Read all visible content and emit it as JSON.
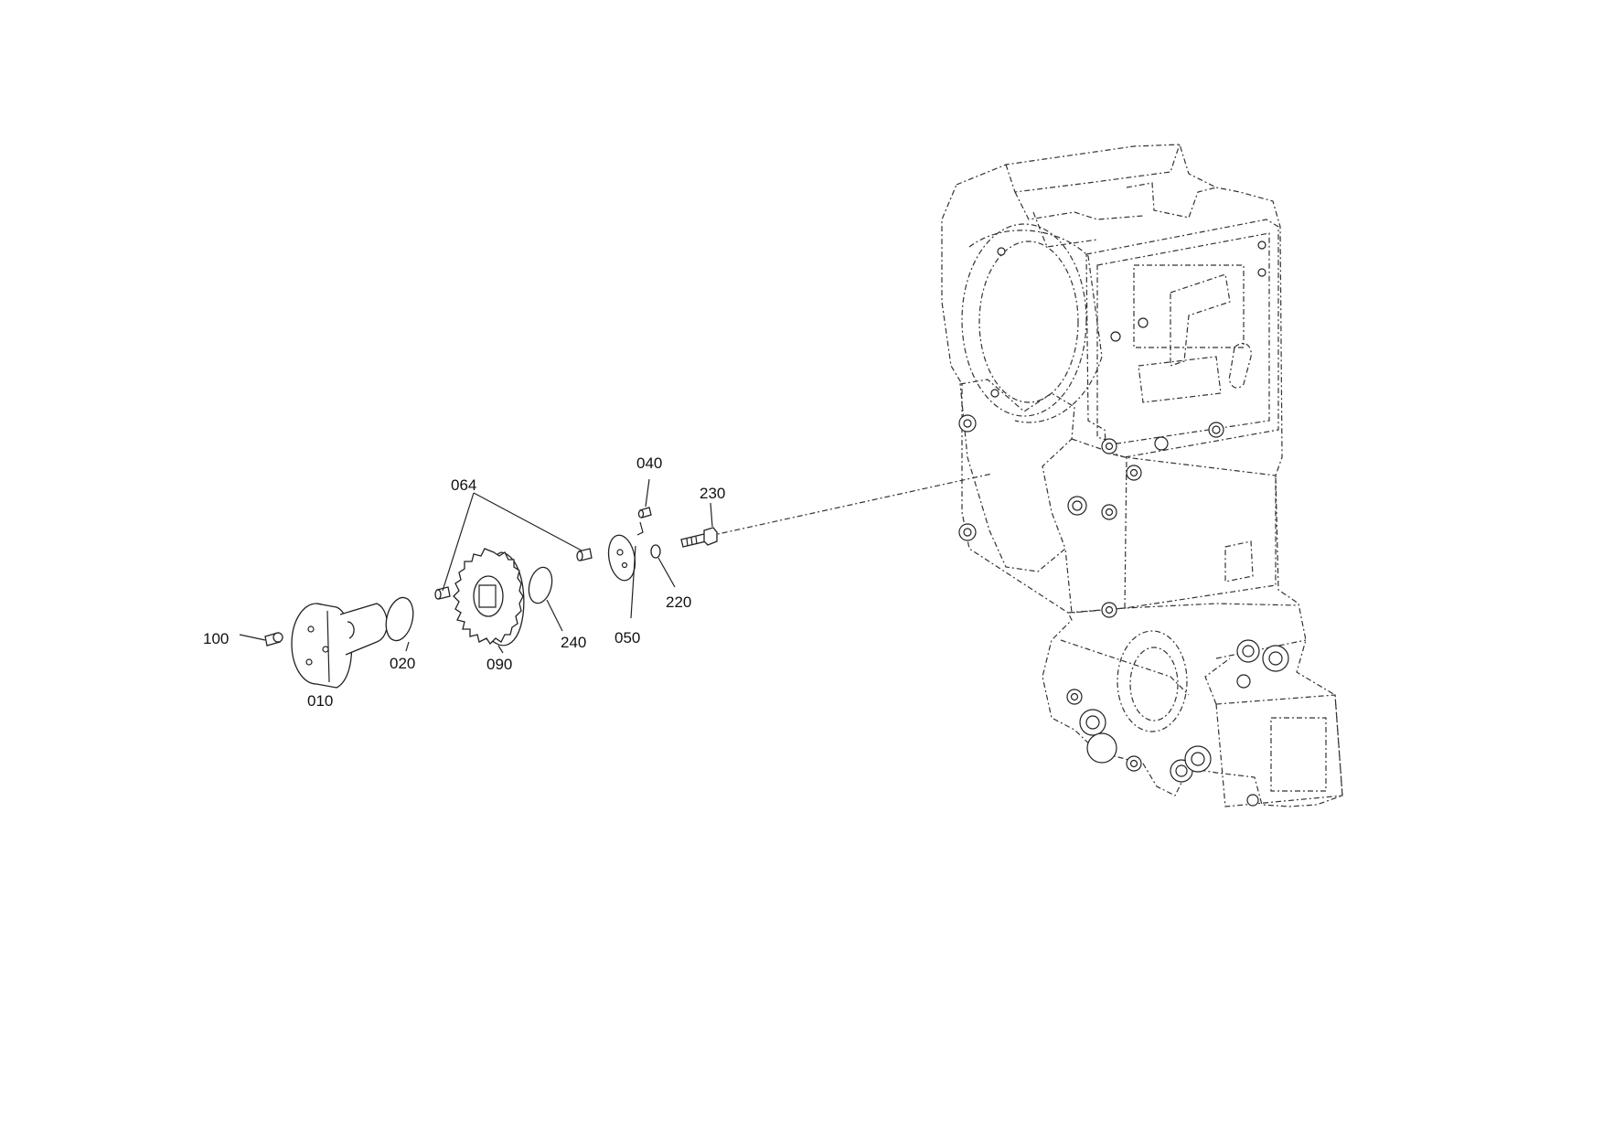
{
  "callouts": [
    {
      "id": "p100",
      "text": "100"
    },
    {
      "id": "p010",
      "text": "010"
    },
    {
      "id": "p020",
      "text": "020"
    },
    {
      "id": "p064",
      "text": "064"
    },
    {
      "id": "p090",
      "text": "090"
    },
    {
      "id": "p240",
      "text": "240"
    },
    {
      "id": "p040",
      "text": "040"
    },
    {
      "id": "p050",
      "text": "050"
    },
    {
      "id": "p220",
      "text": "220"
    },
    {
      "id": "p230",
      "text": "230"
    }
  ]
}
